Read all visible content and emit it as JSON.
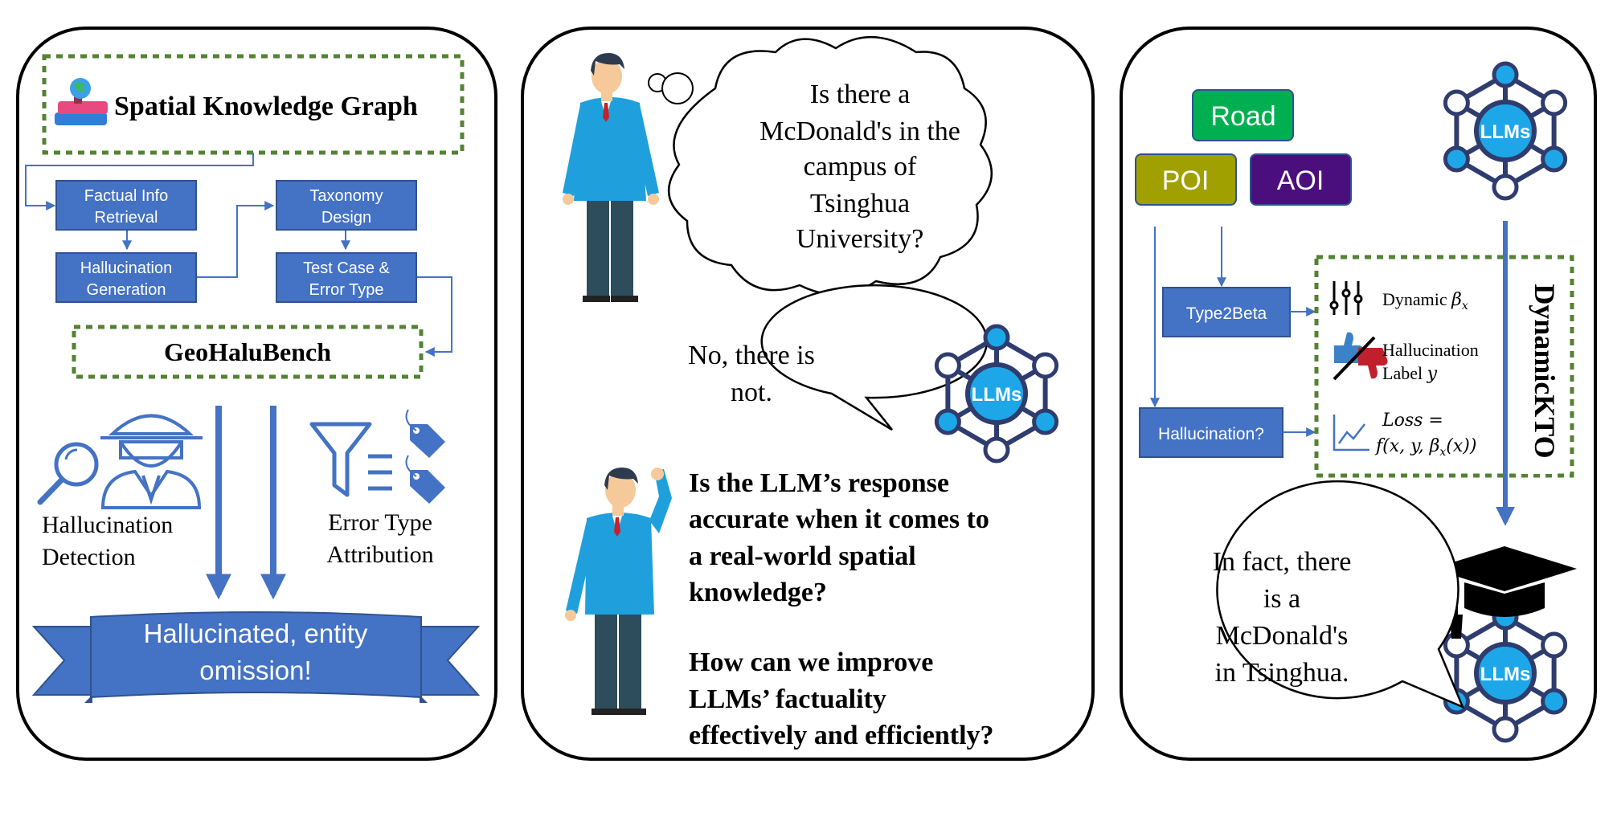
{
  "left_panel": {
    "kg_title": "Spatial Knowledge Graph",
    "steps": {
      "factual_line1": "Factual Info",
      "factual_line2": "Retrieval",
      "hallu_gen_line1": "Hallucination",
      "hallu_gen_line2": "Generation",
      "taxonomy_line1": "Taxonomy",
      "taxonomy_line2": "Design",
      "testcase_line1": "Test Case &",
      "testcase_line2": "Error Type"
    },
    "bench_title": "GeoHaluBench",
    "detection_line1": "Hallucination",
    "detection_line2": "Detection",
    "attribution_line1": "Error Type",
    "attribution_line2": "Attribution",
    "banner_line1": "Hallucinated, entity",
    "banner_line2": "omission!"
  },
  "middle_panel": {
    "question_lines": [
      "Is there a",
      "McDonald's  in the",
      "campus of",
      "Tsinghua",
      "University?"
    ],
    "answer_lines": [
      "No, there is",
      "not."
    ],
    "llm_label": "LLMs",
    "q1_lines": [
      "Is the LLM’s response",
      "accurate when it comes to",
      "a real-world spatial",
      "knowledge?"
    ],
    "q2_lines": [
      "How can we improve",
      "LLMs’ factuality",
      "effectively and efficiently?"
    ]
  },
  "right_panel": {
    "road_label": "Road",
    "poi_label": "POI",
    "aoi_label": "AOI",
    "type2beta_label": "Type2Beta",
    "hallucination_q_label": "Hallucination?",
    "dynamic_beta_label": "Dynamic",
    "dynamic_beta_symbol": "β",
    "dynamic_beta_sub": "x",
    "hallu_label_line1": "Hallucination",
    "hallu_label_line2": "Label",
    "hallu_label_symbol": "y",
    "loss_line1": "Loss =",
    "loss_line2": "f(x, y, β",
    "loss_line2_sub": "x",
    "loss_line2_end": "(x))",
    "dynamickto_label": "DynamicKTO",
    "llm_label_top": "LLMs",
    "llm_label_bottom": "LLMs",
    "answer_lines": [
      "In fact, there",
      "is a",
      "McDonald's",
      "in Tsinghua."
    ]
  },
  "colors": {
    "blue_box": "#4472c4",
    "green_dash": "#548235",
    "road_green": "#00b050",
    "poi_olive": "#a0a000",
    "aoi_purple": "#4b0f7d",
    "llm_cyan": "#1ea7e8",
    "llm_navy": "#2f3c6e",
    "shirt_blue": "#1fa0dc"
  }
}
